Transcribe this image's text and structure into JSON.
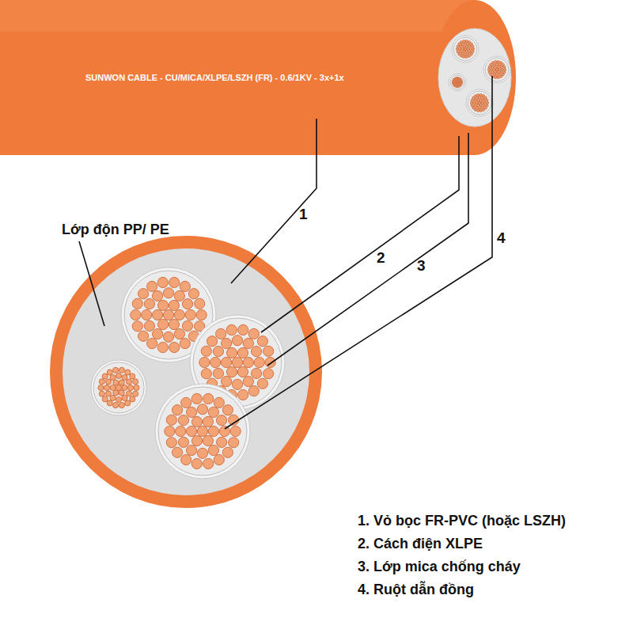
{
  "diagram": {
    "labels": [
      "SUNWON CABLE - CU/MICA/XLPE/LSZH (FR) - 0.6/1KV - 3x+1x",
      "1",
      "2",
      "3",
      "4",
      "Lớp độn PP/ PE",
      "1. Vỏ bọc FR-PVC (hoặc LSZH)",
      "2. Cách điện XLPE",
      "3. Lớp mica chống cháy",
      "4. Ruột dẫn đồng"
    ]
  }
}
